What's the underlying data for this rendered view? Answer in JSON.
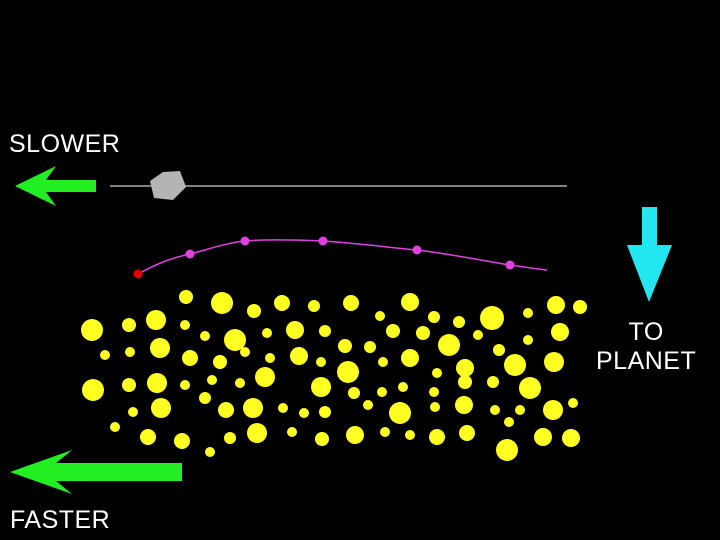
{
  "labels": {
    "slower": "SLOWER",
    "faster": "FASTER",
    "to_planet_line1": "TO",
    "to_planet_line2": "PLANET"
  },
  "colors": {
    "background": "#000000",
    "slow_arrow": "#22ee22",
    "fast_arrow": "#22ee22",
    "planet_arrow": "#22e6f0",
    "orbit_line": "#ffffff",
    "trajectory": "#e040e0",
    "start_point": "#e00000",
    "rock": "#b4b4b4",
    "particles": "#ffff22"
  },
  "icons": [
    "left-arrow-icon",
    "down-arrow-icon",
    "rock-icon"
  ]
}
